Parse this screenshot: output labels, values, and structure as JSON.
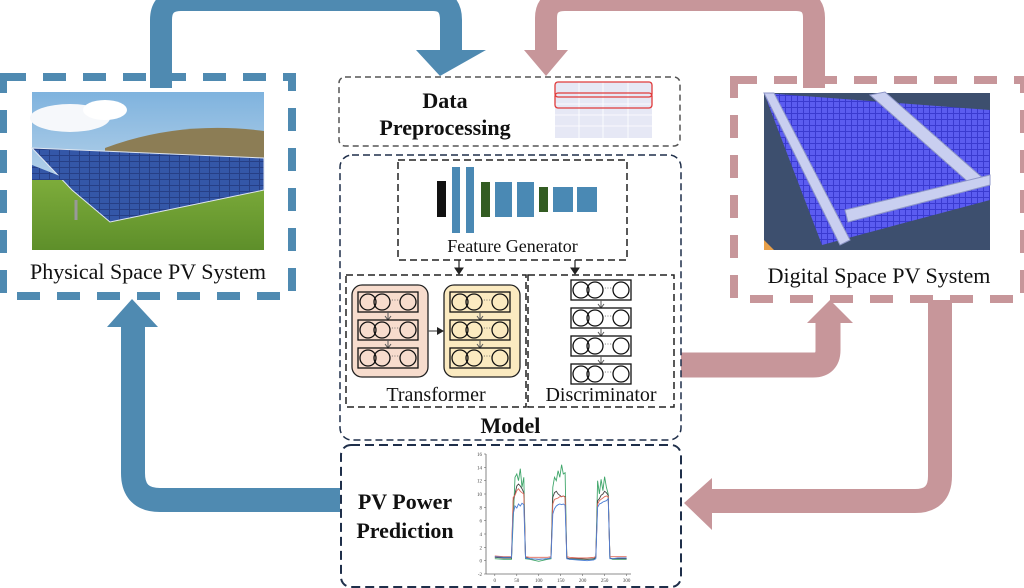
{
  "colors": {
    "physical_arrow": "#4f8ab1",
    "digital_arrow": "#c7969a",
    "module_border": "#1f2f4a",
    "transformer_block1": "#f7dccd",
    "transformer_block2": "#fbeac0",
    "generator_dark": "#111111",
    "generator_blue": "#4a89b4",
    "generator_green": "#335c22",
    "table_highlight": "#e03a3a",
    "table_fill": "#e6e8f5"
  },
  "physical": {
    "title": "Physical Space PV System",
    "image_icon": "solar-farm-photo"
  },
  "digital": {
    "title": "Digital Space PV System",
    "image_icon": "solar-panel-3d-model"
  },
  "preprocessing": {
    "title_line1": "Data",
    "title_line2": "Preprocessing",
    "icon": "data-table-icon"
  },
  "model": {
    "title": "Model",
    "feature_generator": "Feature Generator",
    "transformer": "Transformer",
    "discriminator": "Discriminator",
    "neuron_ellipsis": "···"
  },
  "prediction": {
    "title_line1": "PV Power",
    "title_line2": "Prediction"
  },
  "chart_data": {
    "type": "line",
    "title": "",
    "xlabel": "",
    "ylabel": "",
    "xlim": [
      -20,
      310
    ],
    "ylim": [
      -2,
      16
    ],
    "x_ticks": [
      0,
      50,
      100,
      150,
      200,
      250,
      300
    ],
    "y_ticks": [
      -2,
      0,
      2,
      4,
      6,
      8,
      10,
      12,
      14,
      16
    ],
    "x": [
      0,
      20,
      38,
      42,
      46,
      50,
      54,
      58,
      62,
      66,
      70,
      80,
      100,
      120,
      128,
      132,
      136,
      140,
      144,
      148,
      152,
      156,
      160,
      164,
      170,
      190,
      210,
      225,
      230,
      234,
      238,
      242,
      246,
      250,
      254,
      258,
      262,
      268,
      280,
      300
    ],
    "series": [
      {
        "name": "green",
        "color": "#3fa66a",
        "values": [
          0.3,
          0.2,
          0.2,
          6,
          12.5,
          13,
          12,
          13.8,
          11,
          12.5,
          0.3,
          0.2,
          -0.1,
          0.2,
          0.3,
          11,
          12.5,
          12,
          13.5,
          12.5,
          14.4,
          13,
          13.2,
          0.4,
          0.2,
          0.2,
          0.2,
          0.2,
          0.5,
          12,
          10,
          12.2,
          10.5,
          12.6,
          11,
          10,
          0.4,
          0.2,
          0.2,
          0.2
        ]
      },
      {
        "name": "black",
        "color": "#444444",
        "values": [
          0.5,
          0.4,
          0.4,
          9,
          10,
          11.2,
          11.5,
          11.2,
          10.8,
          10.2,
          0.5,
          0.3,
          0.2,
          0.3,
          0.4,
          9.5,
          10.2,
          10.4,
          10,
          9.8,
          9.6,
          9.7,
          9.6,
          0.4,
          0.3,
          0.3,
          0.2,
          0.3,
          0.5,
          9,
          9.3,
          9.8,
          10,
          10.4,
          10.2,
          9.8,
          0.4,
          0.3,
          0.3,
          0.3
        ]
      },
      {
        "name": "red",
        "color": "#e06a5a",
        "values": [
          0.7,
          0.6,
          0.6,
          9.5,
          9.8,
          10.5,
          10.8,
          10.4,
          10.2,
          10,
          0.6,
          0.5,
          0.5,
          0.5,
          0.6,
          8.5,
          9.2,
          9.3,
          9.4,
          9.6,
          9.6,
          9.7,
          9.5,
          0.6,
          0.5,
          0.4,
          0.4,
          0.5,
          0.6,
          8.5,
          9,
          9.2,
          9.4,
          9.6,
          9.7,
          9.6,
          0.6,
          0.6,
          0.6,
          0.6
        ]
      },
      {
        "name": "blue",
        "color": "#4a7fd6",
        "values": [
          0.6,
          0.5,
          0.5,
          7,
          8.2,
          7.9,
          8.5,
          8.2,
          8.6,
          8.4,
          0.4,
          0.3,
          0.2,
          0.3,
          0.4,
          7,
          7.8,
          8.2,
          8.4,
          8.5,
          8.4,
          8.5,
          8.3,
          0.3,
          0.2,
          0.1,
          0,
          0.1,
          0.3,
          8,
          8.5,
          8.6,
          8.8,
          8.9,
          9,
          9.3,
          0.3,
          0.3,
          0.4,
          0.4
        ]
      }
    ]
  }
}
